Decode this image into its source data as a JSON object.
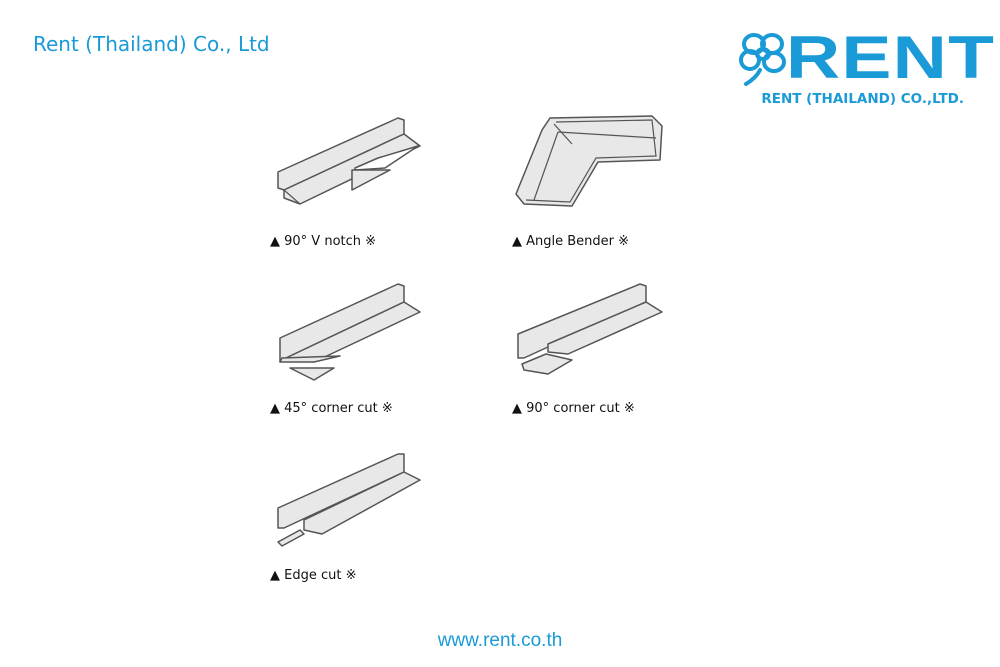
{
  "header": {
    "company_name": "Rent (Thailand) Co., Ltd",
    "logo_word": "RENT",
    "logo_subtitle": "RENT (THAILAND) CO.,LTD.",
    "brand_color": "#1a9ad6"
  },
  "items": [
    {
      "label": "▲ 90° V notch ※",
      "type": "90-v-notch"
    },
    {
      "label": "▲ Angle Bender ※",
      "type": "angle-bender"
    },
    {
      "label": "▲ 45° corner cut ※",
      "type": "45-corner-cut"
    },
    {
      "label": "▲ 90° corner cut ※",
      "type": "90-corner-cut"
    },
    {
      "label": "▲ Edge cut ※",
      "type": "edge-cut"
    }
  ],
  "footer": {
    "url": "www.rent.co.th"
  }
}
